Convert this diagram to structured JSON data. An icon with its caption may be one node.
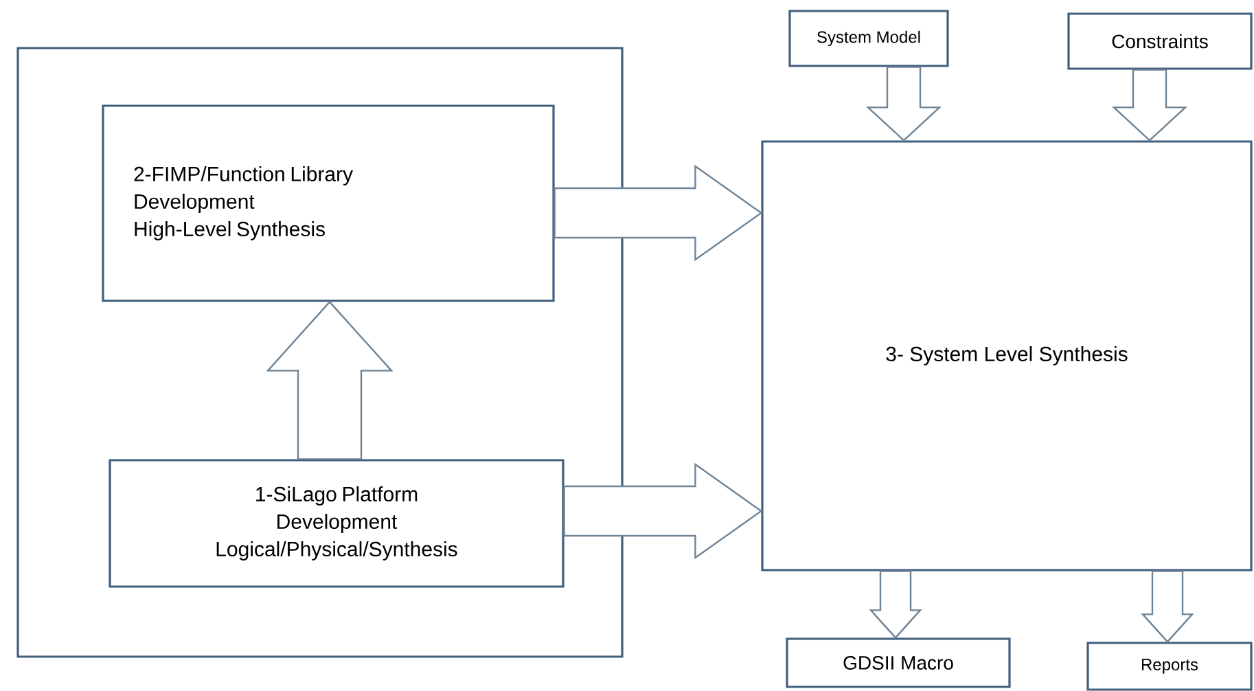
{
  "diagram": {
    "nodes": [
      {
        "text": [],
        "shape": "box"
      },
      {
        "text": [
          "2-FIMP/Function Library Development High-Level Synthesis"
        ],
        "in": 0
      },
      {
        "text": [
          "1-SiLago Platform Development Logical/Physical/Synthesis"
        ],
        "in": 0
      },
      {
        "text": [
          "System Model"
        ]
      },
      {
        "text": [
          "Constraints"
        ]
      },
      {
        "text": [
          "3- System Level Synthesis"
        ]
      },
      {
        "text": [
          "GDSII Macro"
        ]
      },
      {
        "text": [
          "Reports"
        ]
      }
    ],
    "edges": [
      {
        "from": 2,
        "to": 1,
        "arrow": "to"
      },
      {
        "from": 1,
        "to": 5,
        "arrow": "to"
      },
      {
        "from": 2,
        "to": 5,
        "arrow": "to"
      },
      {
        "from": 3,
        "to": 5,
        "arrow": "to"
      },
      {
        "from": 4,
        "to": 5,
        "arrow": "to"
      },
      {
        "from": 5,
        "to": 6,
        "arrow": "to"
      },
      {
        "from": 5,
        "to": 7,
        "arrow": "to"
      }
    ]
  }
}
